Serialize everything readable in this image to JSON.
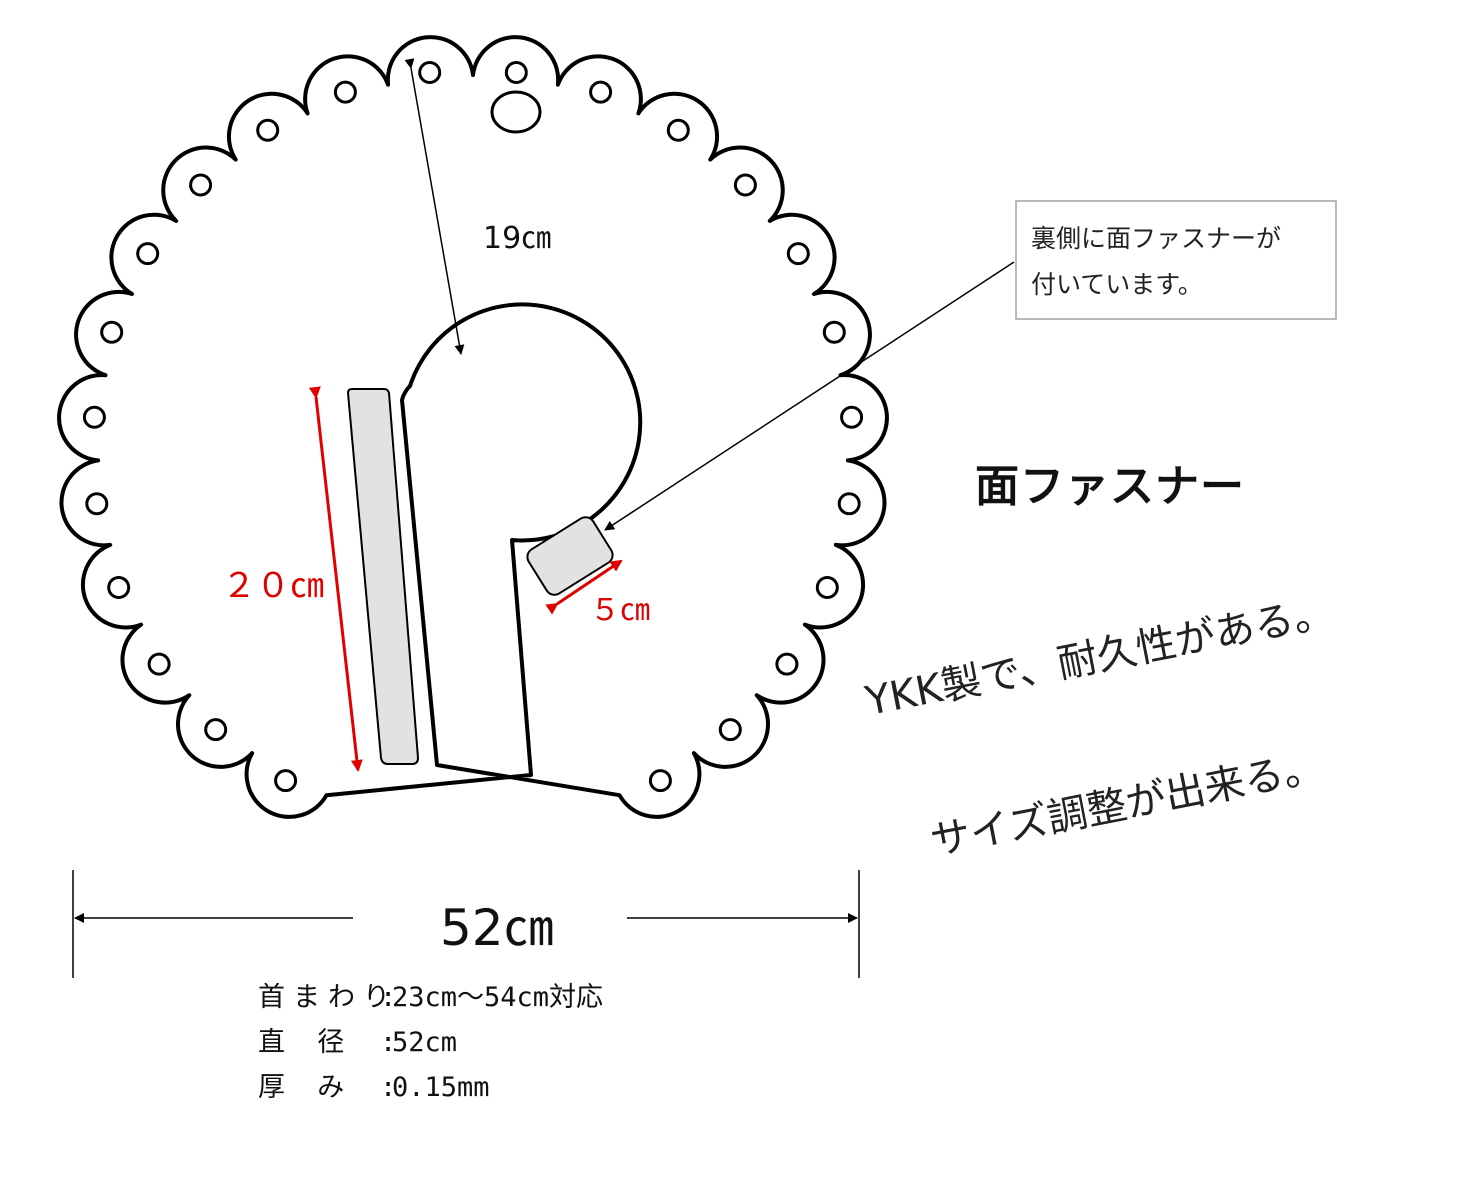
{
  "labels": {
    "depth": "19㎝",
    "strip_length": "２０㎝",
    "tab_width": "５㎝",
    "diameter_width": "52㎝"
  },
  "callout": {
    "line1": "裏側に面ファスナーが",
    "line2": "付いています。"
  },
  "title": "面ファスナー",
  "features": [
    "YKK製で、耐久性がある。",
    "サイズ調整が出来る。"
  ],
  "specs": [
    {
      "key": "首まわり",
      "sep": ":",
      "value": "23cm～54cm対応"
    },
    {
      "key": "直 径",
      "sep": ":",
      "value": "52cm"
    },
    {
      "key": "厚 み",
      "sep": ":",
      "value": "0.15mm"
    }
  ],
  "colors": {
    "outline": "#000000",
    "fastener_fill": "#e2e2e2",
    "accent": "#e00000",
    "callout_border": "#b9b9b9"
  }
}
